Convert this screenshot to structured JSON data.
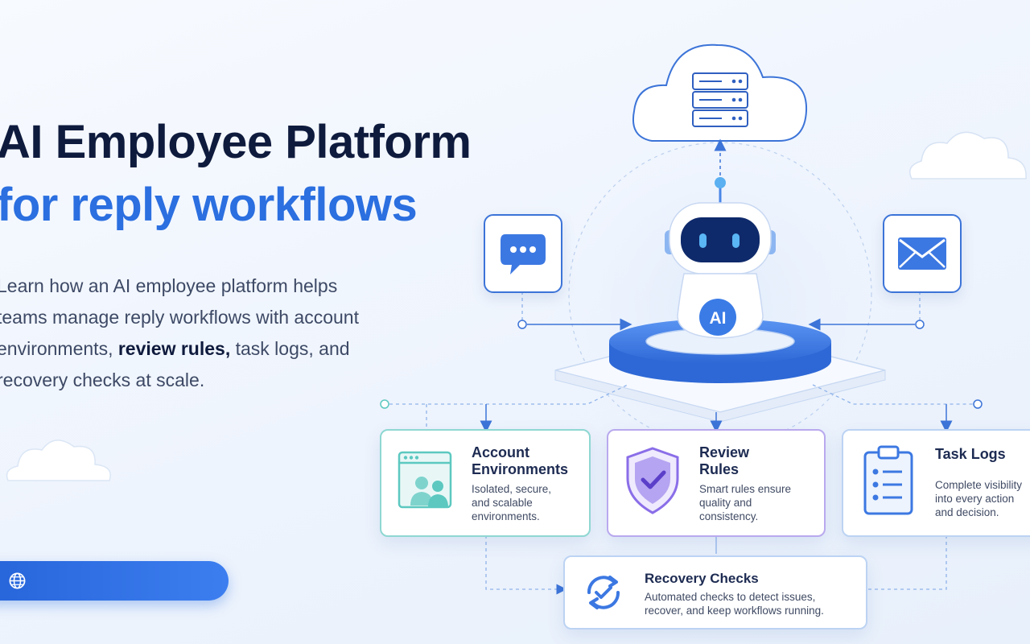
{
  "headline": {
    "line1": "AI Employee Platform",
    "line2": "for reply workflows"
  },
  "description": {
    "before": "Learn how an AI employee platform helps teams manage reply workflows with account environments, ",
    "bold": "review rules,",
    "after": " task logs, and recovery checks at scale."
  },
  "robot": {
    "badge": "AI"
  },
  "cards": {
    "accounts": {
      "title_l1": "Account",
      "title_l2": "Environments",
      "t1": "Isolated, secure,",
      "t2": "and scalable",
      "t3": "environments."
    },
    "review": {
      "title_l1": "Review",
      "title_l2": "Rules",
      "t1": "Smart rules ensure",
      "t2": "quality and",
      "t3": "consistency."
    },
    "tasks": {
      "title": "Task Logs",
      "t1": "Complete visibility",
      "t2": "into every action",
      "t3": "and decision."
    },
    "recovery": {
      "title": "Recovery Checks",
      "t1": "Automated checks to detect issues,",
      "t2": "recover, and keep workflows running."
    }
  },
  "icons": {
    "server": "server-icon",
    "chat": "chat-bubble-icon",
    "mail": "mail-icon",
    "globe": "globe-icon",
    "accounts": "users-window-icon",
    "review": "shield-check-icon",
    "tasks": "clipboard-list-icon",
    "recovery": "refresh-check-icon"
  },
  "colors": {
    "accent": "#2b6fe0",
    "primary": "#2563d9",
    "teal": "#5cc8c0",
    "purple": "#8a6ee8",
    "dark_text": "#0f1b3d"
  }
}
